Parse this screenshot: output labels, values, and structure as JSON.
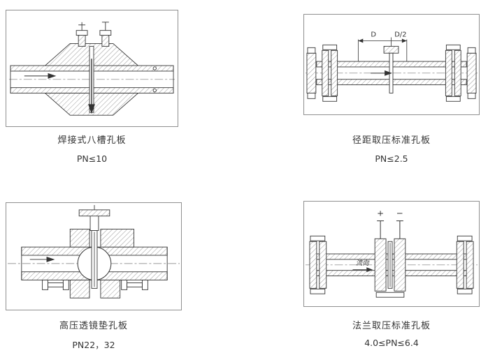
{
  "figures": [
    {
      "caption": "焊接式八槽孔板",
      "rating": "PN≤10",
      "annotations": {}
    },
    {
      "caption": "径距取压标准孔板",
      "rating": "PN≤2.5",
      "annotations": {
        "d": "D",
        "d2": "D/2"
      }
    },
    {
      "caption": "高压透镜垫孔板",
      "rating": "PN22，32",
      "annotations": {}
    },
    {
      "caption": "法兰取压标准孔板",
      "rating": "4.0≤PN≤6.4",
      "annotations": {
        "plus": "+",
        "minus": "−",
        "flow": "流向"
      }
    }
  ],
  "colors": {
    "line": "#333333",
    "hatch": "#808080",
    "centerline": "#777777"
  }
}
